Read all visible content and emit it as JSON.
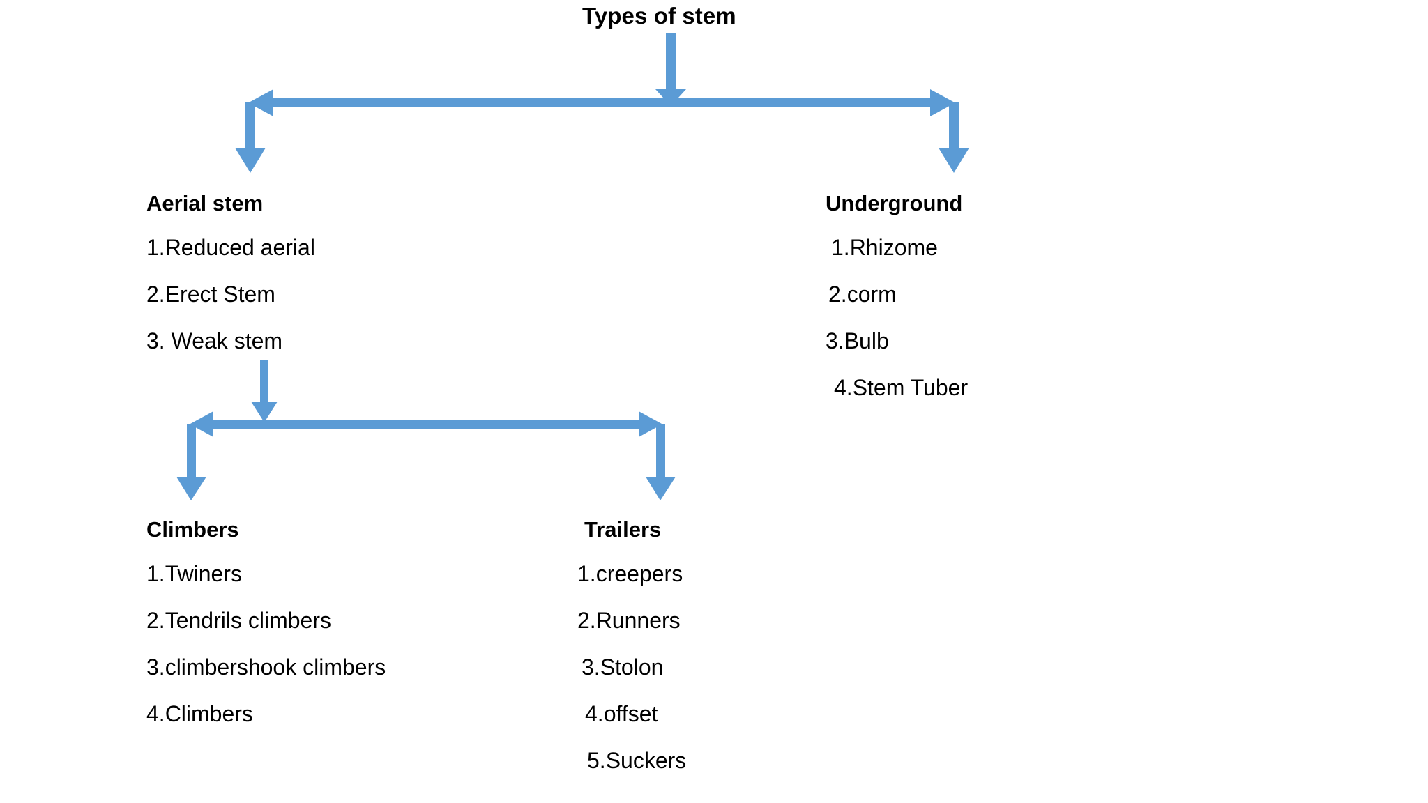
{
  "diagram": {
    "title": "Types of stem",
    "accent_color": "#5B9BD5",
    "text_color": "#000000",
    "background_color": "#FFFFFF",
    "branches": {
      "aerial": {
        "heading": "Aerial stem",
        "items": [
          "1.Reduced aerial",
          "2.Erect Stem",
          "3. Weak stem"
        ]
      },
      "underground": {
        "heading": "Underground",
        "items": [
          "1.Rhizome",
          "2.corm",
          "3.Bulb",
          "4.Stem Tuber"
        ]
      },
      "climbers": {
        "heading": "Climbers",
        "items": [
          "1.Twiners",
          "2.Tendrils climbers",
          "3.climbershook climbers",
          "4.Climbers"
        ]
      },
      "trailers": {
        "heading": "Trailers",
        "items": [
          "1.creepers",
          "2.Runners",
          "3.Stolon",
          "4.offset",
          "5.Suckers"
        ]
      }
    },
    "connectors": [
      {
        "name": "root-to-split",
        "from": "Types of stem",
        "to": "level-1 split bar"
      },
      {
        "name": "split-to-aerial",
        "from": "level-1 split bar",
        "to": "Aerial stem"
      },
      {
        "name": "split-to-underground",
        "from": "level-1 split bar",
        "to": "Underground"
      },
      {
        "name": "weak-stem-to-split",
        "from": "3. Weak stem",
        "to": "level-2 split bar"
      },
      {
        "name": "split-to-climbers",
        "from": "level-2 split bar",
        "to": "Climbers"
      },
      {
        "name": "split-to-trailers",
        "from": "level-2 split bar",
        "to": "Trailers"
      }
    ]
  }
}
